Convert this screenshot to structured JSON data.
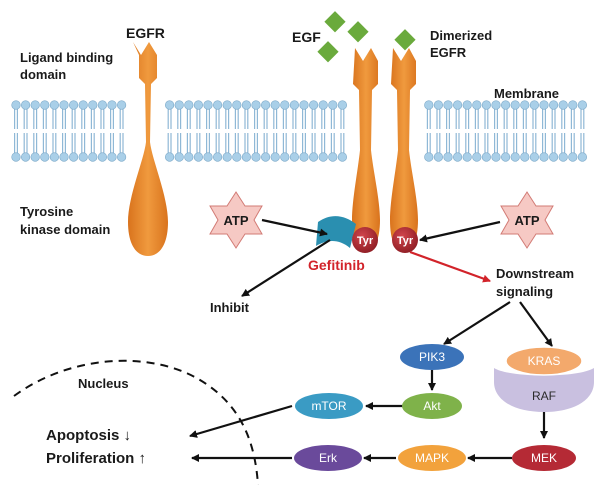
{
  "labels": {
    "egfr": "EGFR",
    "ligand_binding_1": "Ligand binding",
    "ligand_binding_2": "domain",
    "egf": "EGF",
    "dimerized_1": "Dimerized",
    "dimerized_2": "EGFR",
    "membrane": "Membrane",
    "tyrosine_1": "Tyrosine",
    "tyrosine_2": "kinase domain",
    "gefitinib": "Gefitinib",
    "inhibit": "Inhibit",
    "downstream_1": "Downstream",
    "downstream_2": "signaling",
    "nucleus": "Nucleus",
    "apoptosis": "Apoptosis ↓",
    "proliferation": "Proliferation ↑"
  },
  "nodes": {
    "atp_left": "ATP",
    "atp_right": "ATP",
    "tyr_left": "Tyr",
    "tyr_right": "Tyr",
    "pik3": "PIK3",
    "akt": "Akt",
    "mtor": "mTOR",
    "kras": "KRAS",
    "raf": "RAF",
    "mek": "MEK",
    "mapk": "MAPK",
    "erk": "Erk"
  },
  "colors": {
    "receptor": "#e8892a",
    "egf": "#6aaa3c",
    "membrane_head": "#a9cfe8",
    "membrane_tail": "#8fb8d6",
    "atp_fill": "#f6c9c4",
    "tyr": "#a8242c",
    "gefitinib_drug": "#2a8fb0",
    "gefitinib_text": "#d2232a",
    "pik3": "#3b73b9",
    "akt": "#7fb24a",
    "mtor": "#3a9bc4",
    "kras": "#f3a96c",
    "raf": "#c9c0e0",
    "mek": "#b52a35",
    "mapk": "#f2a23c",
    "erk": "#6a4a9b",
    "arrow": "#111111",
    "active_arrow": "#d2232a"
  }
}
